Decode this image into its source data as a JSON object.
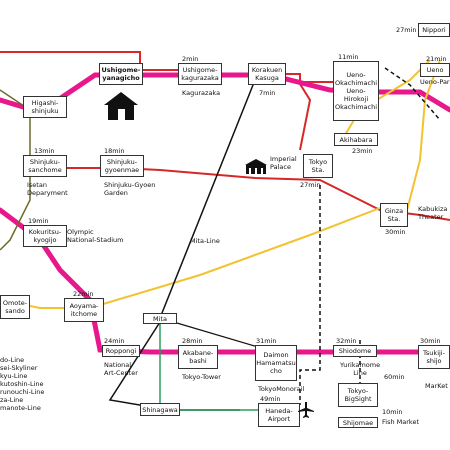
{
  "colors": {
    "magenta": "#e8178c",
    "red": "#d62828",
    "yellow": "#f2c230",
    "green": "#2a9d5c",
    "olive": "#6b6b2a",
    "black": "#111111"
  },
  "stations": {
    "ushigome": "Ushigome-\nyanagicho",
    "ushigome_kagurazaka": "Ushigome-\nkagurazaka",
    "korakuen": "Korakuen\nKasuga",
    "ueno_okachimachi": "Ueno-\nOkachimachi",
    "ueno_hirokoji": "Ueno-\nHirokoji",
    "okachimachi": "Okachimachi",
    "nippori": "Nippori",
    "ueno": "Ueno",
    "higashi_shinjuku": "Higashi-\nshinjuku",
    "shinjuku_sanchome": "Shinjuku-\nsanchome",
    "shinjuku_gyoenmae": "Shinjuku-\ngyoenmae",
    "akihabara": "Akihabara",
    "tokyo": "Tokyo\nSta.",
    "ginza": "Ginza\nSta.",
    "kokuritsu": "Kokuritsu-\nkyogijo",
    "omotesando": "Omote-\nsando",
    "aoyama": "Aoyama-\nitchome",
    "mita": "Mita",
    "roppongi": "Roppongi",
    "akabanebashi": "Akabane-\nbashi",
    "daimon": "Daimon",
    "hamamatsucho": "Hamamatsu\ncho",
    "shiodome": "Shiodome",
    "tsukiji": "Tsukiji-\nshijo",
    "tokyo_bigsight": "Tokyo-\nBigSight",
    "shijomae": "Shijomae",
    "shinagawa": "Shinagawa",
    "haneda": "Haneda-\nAirport"
  },
  "times": {
    "kagurazaka": "2min",
    "korakuen": "7min",
    "ueno_okachimachi": "11min",
    "nippori": "27min",
    "ueno": "21min",
    "shinjuku_sanchome": "13min",
    "shinjuku_gyoenmae": "18min",
    "akihabara": "23min",
    "tokyo": "27min",
    "ginza": "30min",
    "kokuritsu": "19min",
    "aoyama": "22min",
    "roppongi": "24min",
    "akabanebashi": "28min",
    "daimon": "31min",
    "shiodome": "32min",
    "tsukiji": "30min",
    "yurikamome": "60min",
    "tokyo_monorail": "49min",
    "shijomae": "10min"
  },
  "labels": {
    "kagurazaka": "Kagurazaka",
    "imperial_palace": "Imperial\nPalace",
    "isetan": "Isetan\nDeparyment",
    "shinjuku_gyoen_garden": "Shinjuku-Gyoen\nGarden",
    "kabukiza": "Kabukiza\nTheater",
    "olympic_stadium": "Olympic\nNational-Stadium",
    "mita_line": "Mita-Line",
    "national_art_center": "National\nArt-Center",
    "tokyo_tower": "Tokyo-Tower",
    "yurikamome_line": "Yurikamome\nLine",
    "tokyo_monorail": "TokyoMonorail",
    "fish_market": "Fish Market",
    "tsukiji_market": "MarKet",
    "ueno_park": "Ueno-Par"
  },
  "legend": [
    "do-Line",
    "sei-Skyliner",
    "kyu-Line",
    "kutoshin-Line",
    "runouchi-Line",
    "za-Line",
    "manote-Line"
  ],
  "icons": {
    "home": "house-icon",
    "palace": "palace-icon",
    "airport": "airplane-icon"
  }
}
